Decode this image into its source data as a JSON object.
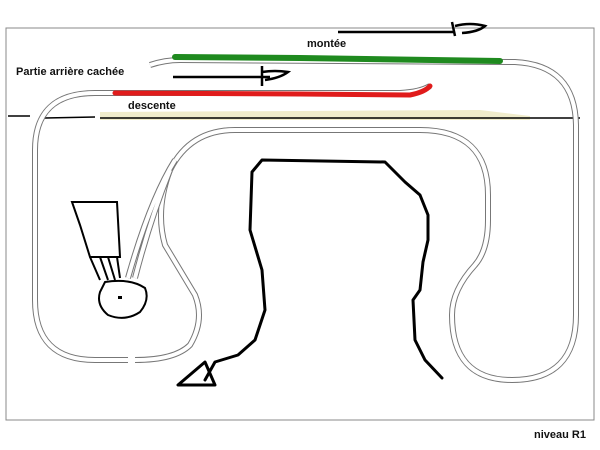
{
  "labels": {
    "upper": "montée",
    "hidden": "Partie arrière cachée",
    "lower": "descente",
    "level": "niveau R1"
  },
  "colors": {
    "montee": "#1f8a1f",
    "descente": "#e01b1b",
    "shade": "#f0eccb",
    "track": "#777777"
  }
}
